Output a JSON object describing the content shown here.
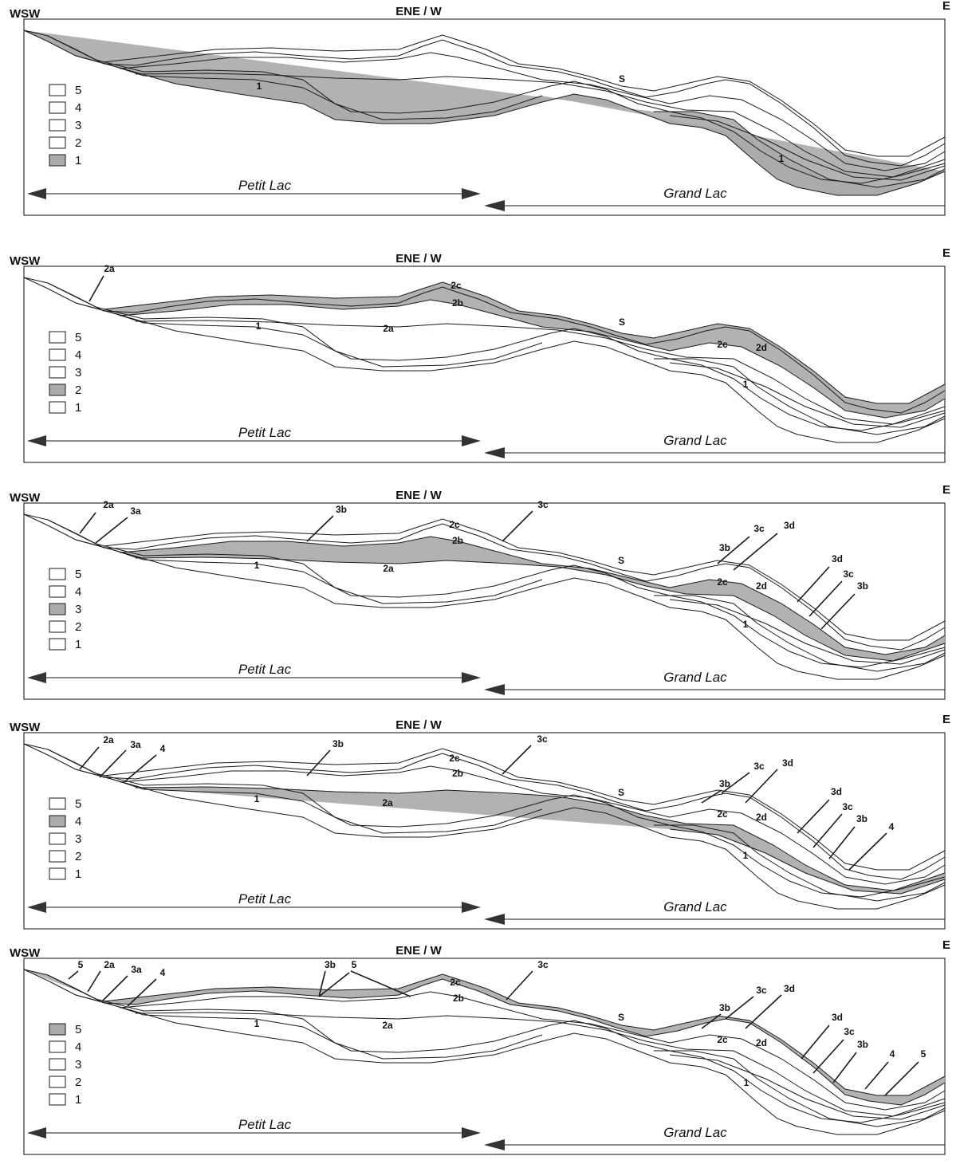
{
  "figure": {
    "orientation": {
      "left": "WSW",
      "center": "ENE / W",
      "right": "E"
    },
    "lakes": {
      "petit": "Petit Lac",
      "grand": "Grand Lac"
    },
    "legend_items": [
      "5",
      "4",
      "3",
      "2",
      "1"
    ],
    "colors": {
      "shade": "#aaaaaa",
      "line": "#1a1a1a",
      "frame": "#333333"
    }
  },
  "panels": [
    {
      "shaded_unit": "1",
      "labels": [
        "1",
        "S",
        "1"
      ]
    },
    {
      "shaded_unit": "2",
      "labels": [
        "2a",
        "2c",
        "2b",
        "1",
        "2a",
        "S",
        "2c",
        "2d",
        "1"
      ]
    },
    {
      "shaded_unit": "3",
      "labels": [
        "2a",
        "3a",
        "3b",
        "3c",
        "2c",
        "2b",
        "1",
        "2a",
        "S",
        "3c",
        "3d",
        "3b",
        "2c",
        "2d",
        "3d",
        "3c",
        "3b",
        "1"
      ]
    },
    {
      "shaded_unit": "4",
      "labels": [
        "2a",
        "3a",
        "4",
        "3b",
        "3c",
        "2c",
        "2b",
        "1",
        "2a",
        "S",
        "3c",
        "3d",
        "3b",
        "2c",
        "2d",
        "3d",
        "3c",
        "3b",
        "4",
        "1"
      ]
    },
    {
      "shaded_unit": "5",
      "labels": [
        "5",
        "2a",
        "3a",
        "4",
        "3b",
        "5",
        "3c",
        "2c",
        "2b",
        "1",
        "2a",
        "S",
        "3c",
        "3d",
        "3b",
        "2c",
        "2d",
        "3d",
        "3c",
        "3b",
        "4",
        "5",
        "1"
      ]
    }
  ]
}
